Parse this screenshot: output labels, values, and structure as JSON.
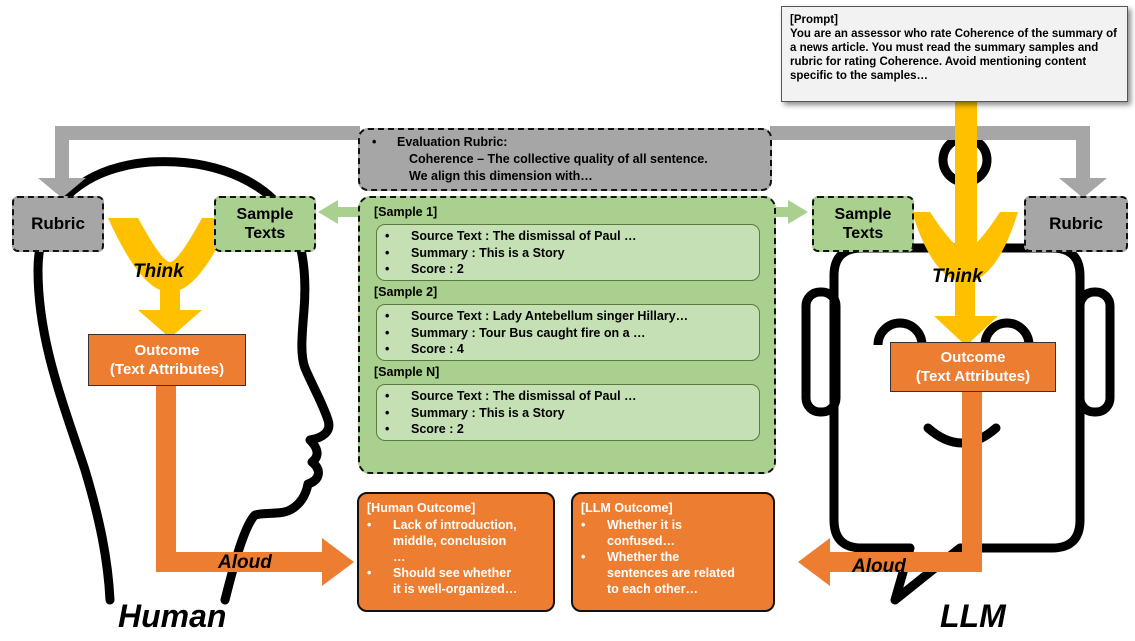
{
  "prompt": {
    "title": "[Prompt]",
    "text": "You are an assessor who rate Coherence of the summary of a news article. You must read the summary samples and rubric for rating Coherence. Avoid mentioning content specific to the samples…"
  },
  "evaluation_rubric": {
    "bullet": "•",
    "heading": "Evaluation Rubric:",
    "line1": "Coherence – The collective quality of all sentence.",
    "line2": "We align this dimension with…"
  },
  "left": {
    "rubric_label": "Rubric",
    "sample_label_1": "Sample",
    "sample_label_2": "Texts",
    "think": "Think",
    "outcome_1": "Outcome",
    "outcome_2": "(Text Attributes)",
    "aloud": "Aloud",
    "caption": "Human"
  },
  "right": {
    "rubric_label": "Rubric",
    "sample_label_1": "Sample",
    "sample_label_2": "Texts",
    "think": "Think",
    "outcome_1": "Outcome",
    "outcome_2": "(Text Attributes)",
    "aloud": "Aloud",
    "caption": "LLM"
  },
  "samples": [
    {
      "header": "[Sample 1]",
      "source": "Source Text : The dismissal of Paul …",
      "summary": "Summary : This is a Story",
      "score": "Score : 2"
    },
    {
      "header": "[Sample 2]",
      "source": "Source Text : Lady Antebellum singer Hillary…",
      "summary": "Summary : Tour Bus caught fire on a …",
      "score": "Score : 4"
    },
    {
      "header": "[Sample N]",
      "source": "Source Text : The dismissal of Paul …",
      "summary": "Summary : This is a Story",
      "score": "Score : 2"
    }
  ],
  "human_outcome": {
    "header": "[Human Outcome]",
    "item1_line1": "Lack of introduction,",
    "item1_line2": "middle, conclusion",
    "item1_line3": "…",
    "item2_line1": "Should see whether",
    "item2_line2": "it is well-organized…"
  },
  "llm_outcome": {
    "header": "[LLM Outcome]",
    "item1_line1": "Whether it is",
    "item1_line2": "confused…",
    "item2_line1": "Whether the",
    "item2_line2": "sentences are related",
    "item2_line3": "to each other…"
  },
  "colors": {
    "grey": "#a6a6a6",
    "green": "#a9d08e",
    "light_green": "#c5e0b4",
    "yellow": "#ffc000",
    "orange": "#ed7d31",
    "black": "#000000"
  }
}
